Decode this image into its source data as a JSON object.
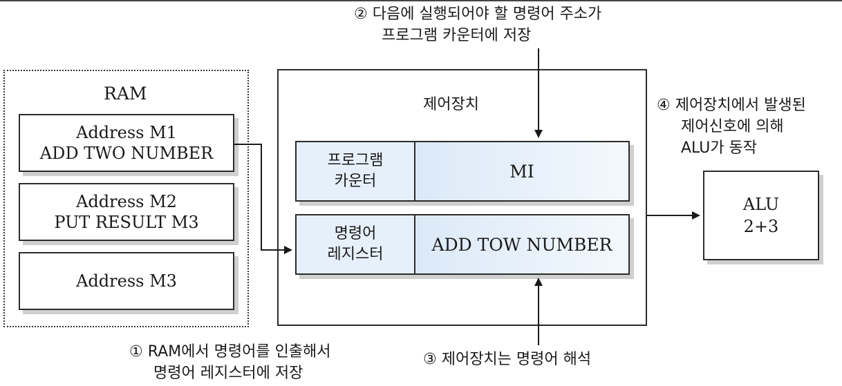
{
  "captions": {
    "step2": [
      "② 다음에 실행되어야 할 명령어 주소가",
      "프로그램 카운터에 저장"
    ],
    "step4": [
      "④ 제어장치에서 발생된",
      "제어신호에 의해",
      "ALU가 동작"
    ],
    "step1": [
      "① RAM에서 명령어를 인출해서",
      "명령어 레지스터에 저장"
    ],
    "step3": "③ 제어장치는 명령어 해석"
  },
  "ram": {
    "title": "RAM",
    "cells": [
      {
        "line1": "Address   M1",
        "line2": "ADD  TWO  NUMBER"
      },
      {
        "line1": "Address  M2",
        "line2": "PUT  RESULT  M3"
      },
      {
        "line1": "Address  M3",
        "line2": ""
      }
    ]
  },
  "control_unit": {
    "title": "제어장치",
    "program_counter": {
      "label": [
        "프로그램",
        "카운터"
      ],
      "value": "MI"
    },
    "instruction_register": {
      "label": [
        "명령어",
        "레지스터"
      ],
      "value": "ADD  TOW  NUMBER"
    }
  },
  "alu": {
    "title": "ALU",
    "value": "2+3"
  }
}
